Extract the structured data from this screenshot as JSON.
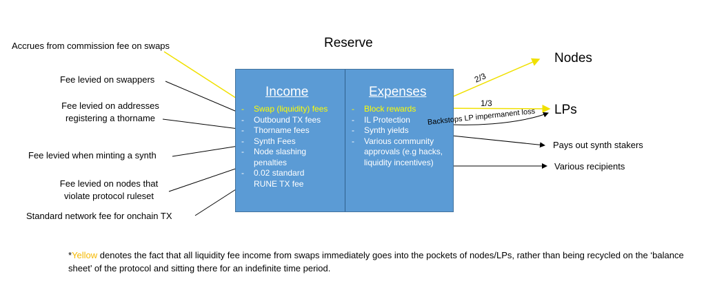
{
  "title": "Reserve",
  "income": {
    "heading": "Income",
    "items": [
      {
        "text": "Swap (liquidity) fees",
        "highlight": true
      },
      {
        "text": "Outbound TX fees",
        "highlight": false
      },
      {
        "text": "Thorname fees",
        "highlight": false
      },
      {
        "text": "Synth Fees",
        "highlight": false
      },
      {
        "text": "Node slashing penalties",
        "highlight": false
      },
      {
        "text": "0.02 standard RUNE TX fee",
        "highlight": false
      }
    ]
  },
  "expenses": {
    "heading": "Expenses",
    "items": [
      {
        "text": "Block rewards",
        "highlight": true
      },
      {
        "text": "IL Protection",
        "highlight": false
      },
      {
        "text": "Synth yields",
        "highlight": false
      },
      {
        "text": "Various community approvals (e.g hacks, liquidity incentives)",
        "highlight": false
      }
    ]
  },
  "left_labels": {
    "commission": "Accrues from commission fee on swaps",
    "swappers": "Fee levied on swappers",
    "thorname_1": "Fee levied on addresses",
    "thorname_2": "registering a thorname",
    "synth": "Fee levied when minting a synth",
    "nodes_1": "Fee levied on nodes that",
    "nodes_2": "violate protocol ruleset",
    "network": "Standard network fee for onchain TX"
  },
  "right_labels": {
    "nodes": "Nodes",
    "lps": "LPs",
    "ratio_nodes": "2/3",
    "ratio_lps": "1/3",
    "backstop": "Backstops LP impermanent loss",
    "synth_stakers": "Pays out synth stakers",
    "recipients": "Various recipients"
  },
  "footnote": {
    "prefix": "*",
    "yellow_word": "Yellow",
    "rest": " denotes the fact that all liquidity fee income from swaps immediately goes into the pockets of nodes/LPs, rather than being recycled on the ‘balance sheet’ of the protocol and sitting there for an indefinite time period."
  },
  "colors": {
    "box": "#5b9bd5",
    "highlight": "#ffff00",
    "footnote_yellow": "#f5b800",
    "arrow_yellow": "#ffff00",
    "arrow_black": "#000000"
  }
}
